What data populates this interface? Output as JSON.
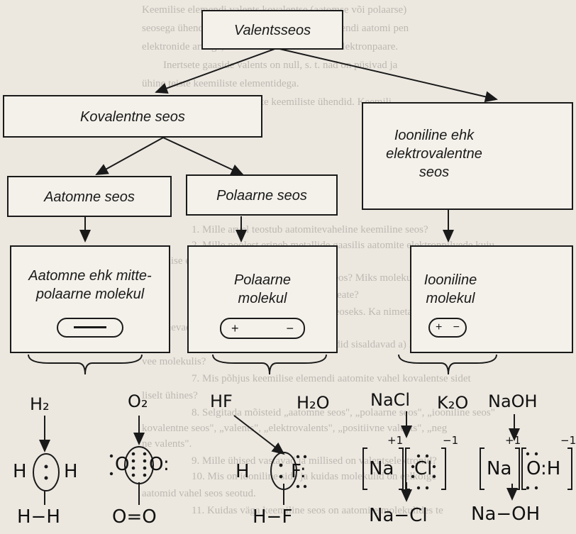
{
  "background_text": [
    "Keemilise elemendi valents kovalentse (aatomse või polaarse)",
    "seosega ühendites on määratud keemilise elemendi aatomi pen",
    "elektronide arvuga, mis moodustavad ühiseid elektronpaare.",
    "Inertsete gaaside valents on null, s. t. nad on püsivad ja",
    "ühine teiste keemiliste elementidega.",
    "Delfu lihtainete ehk vastavate keemiliste ühendid. Keemili",
    "seose tekkimisel",
    "1. Mille arvel teostub aatomitevaheline keemiline seos?",
    "2. Mille poolest erineb metallide gaasilis aatomite elektronpilvede kuju",
    "keemilise elemendi aatomite struktuurist?",
    "3. Kuidas moodustub keemiline seos? Miks molekulide, millest on sõlm",
    "4. Missugust keemilist seost liiki teate?",
    "5. Selgitage, kuidas keemiliseks seoseks. Ka nimetade, mille pooles",
    "ad erinevad ühelised?",
    "6. Missugust keemilist seost ühendid sisaldavad a) lämmastikus, b) süsinikus",
    "vee molekulis?",
    "7. Mis põhjus keemilise elemendi aatomite vahel kovalentse sidet",
    "liselt ühines?",
    "8. Selgitada mõisteid „aatomne seos\", „polaarne seos\", „iooniline seos\"",
    "kovalentne seos\", „valents\", „elektrovalents\", „positiivne valents\", „neg",
    "ne valents\".",
    "9. Mille ühised vastavad ja millised on valentselektronid?",
    "10. Mis on iooniline side ja kuidas molekulid on eelkõige",
    "aatomid vahel seos seotud.",
    "11. Kuidas väga keemiline seos on aatomite molekulides te"
  ],
  "diagram": {
    "root": "Valentsseos",
    "covalent": "Kovalentne seos",
    "ionic_lines": [
      "Iooniline ehk",
      "elektrovalentne",
      "seos"
    ],
    "atomic_bond": "Aatomne seos",
    "polar_bond": "Polaarne seos",
    "atomic_molecule_lines": [
      "Aatomne ehk mitte-",
      "polaarne molekul"
    ],
    "polar_molecule_lines": [
      "Polaarne",
      "molekul"
    ],
    "ionic_molecule_lines": [
      "Iooniline",
      "molekul"
    ],
    "plus_sign": "+",
    "minus_sign": "−"
  },
  "formulas": {
    "h2": "H₂",
    "o2": "O₂",
    "hf": "HF",
    "h2o": "H₂O",
    "nacl": "NaCl",
    "k2o": "K₂O",
    "naoh": "NaOH"
  },
  "structures": {
    "h2_lewis_left": "H",
    "h2_lewis_right": "H",
    "o2_lewis_left": "O",
    "o2_lewis_right": "O:",
    "hf_lewis_left": "H",
    "hf_lewis_right": "F:",
    "nacl_cation": "Na",
    "nacl_anion": "Cl",
    "naoh_cation": "Na",
    "naoh_anion": "O:H",
    "charge_plus": "+1",
    "charge_minus": "−1",
    "h2_line": "H−H",
    "o2_line": "O=O",
    "hf_line": "H−F",
    "nacl_line": "Na−Cl",
    "naoh_line": "Na−OH"
  },
  "colors": {
    "ink": "#1a1a1a",
    "paper": "#f4f1ea",
    "background": "#ece8e0",
    "ghost_text": "#bdb9b2"
  }
}
